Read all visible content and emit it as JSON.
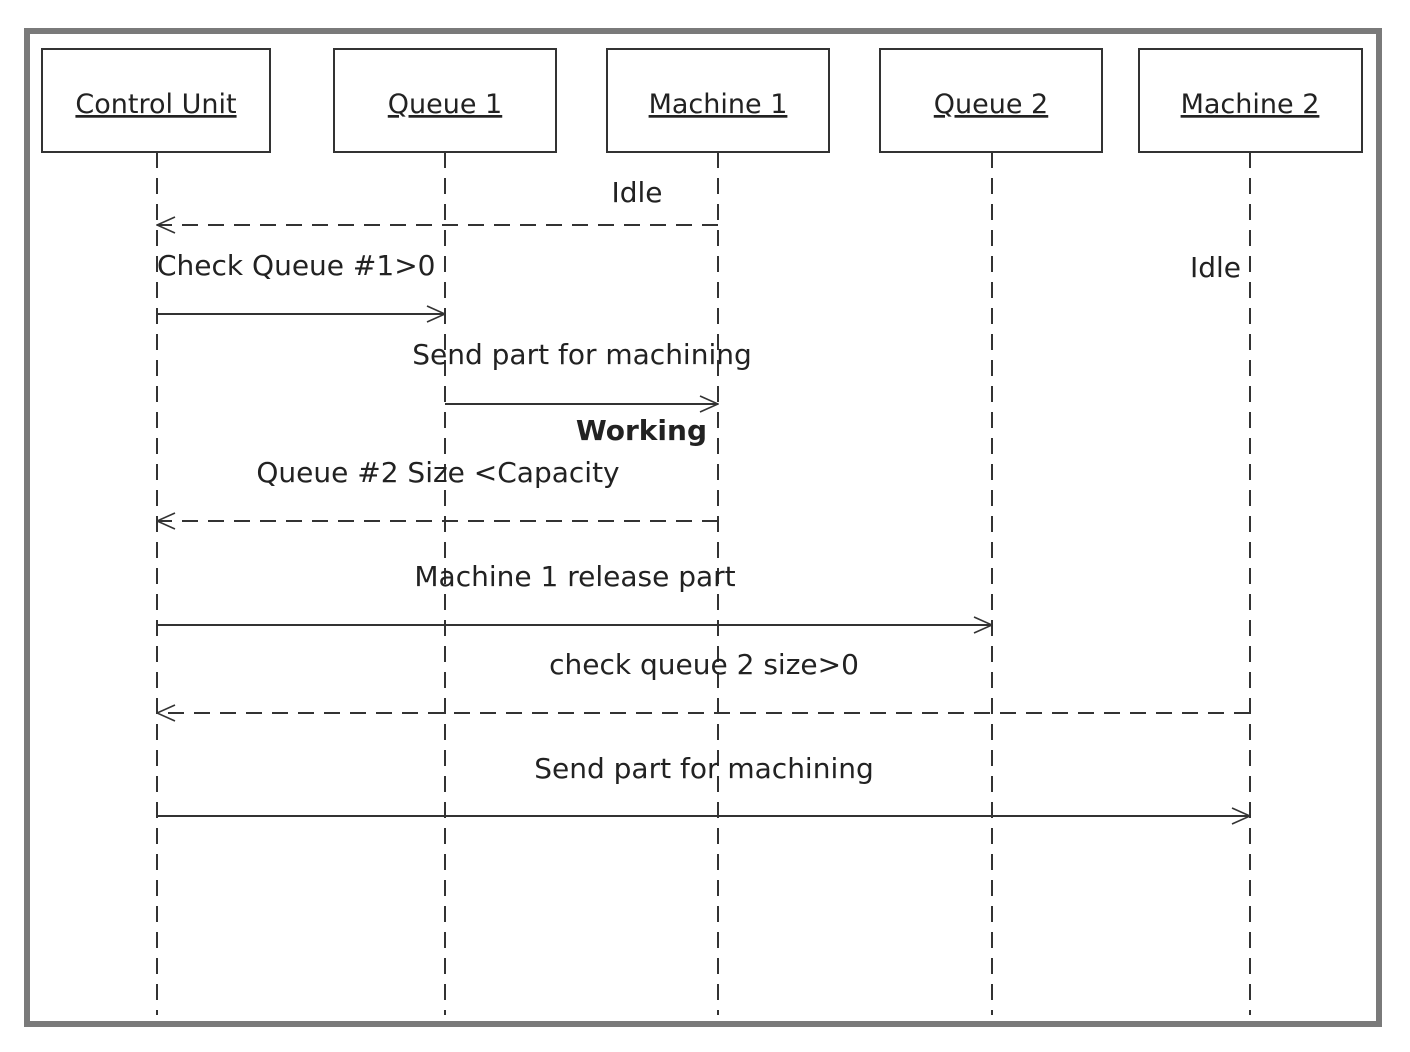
{
  "diagram": {
    "type": "sequence",
    "participants": [
      {
        "id": "control_unit",
        "label": "Control Unit"
      },
      {
        "id": "queue1",
        "label": "Queue 1"
      },
      {
        "id": "machine1",
        "label": "Machine 1"
      },
      {
        "id": "queue2",
        "label": "Queue 2"
      },
      {
        "id": "machine2",
        "label": "Machine 2"
      }
    ],
    "messages": [
      {
        "label": "Idle",
        "from": "machine1",
        "to": "control_unit",
        "style": "dashed"
      },
      {
        "label": "Check Queue #1>0",
        "from": "control_unit",
        "to": "queue1",
        "style": "solid"
      },
      {
        "label": "Send part for machining",
        "from": "queue1",
        "to": "machine1",
        "style": "solid"
      },
      {
        "label": "Queue #2 Size <Capacity",
        "from": "machine1",
        "to": "control_unit",
        "style": "dashed"
      },
      {
        "label": "Machine 1 release part",
        "from": "control_unit",
        "to": "queue2",
        "style": "solid"
      },
      {
        "label": "check queue 2 size>0",
        "from": "machine2",
        "to": "control_unit",
        "style": "dashed"
      },
      {
        "label": "Send part for machining",
        "from": "control_unit",
        "to": "machine2",
        "style": "solid"
      }
    ],
    "states": [
      {
        "label": "Idle",
        "participant": "machine2",
        "bold": false
      },
      {
        "label": "Working",
        "participant": "machine1",
        "bold": true
      }
    ],
    "colors": {
      "frame": "#7a7a7a",
      "line": "#333333",
      "text": "#222222",
      "background": "#ffffff"
    }
  }
}
